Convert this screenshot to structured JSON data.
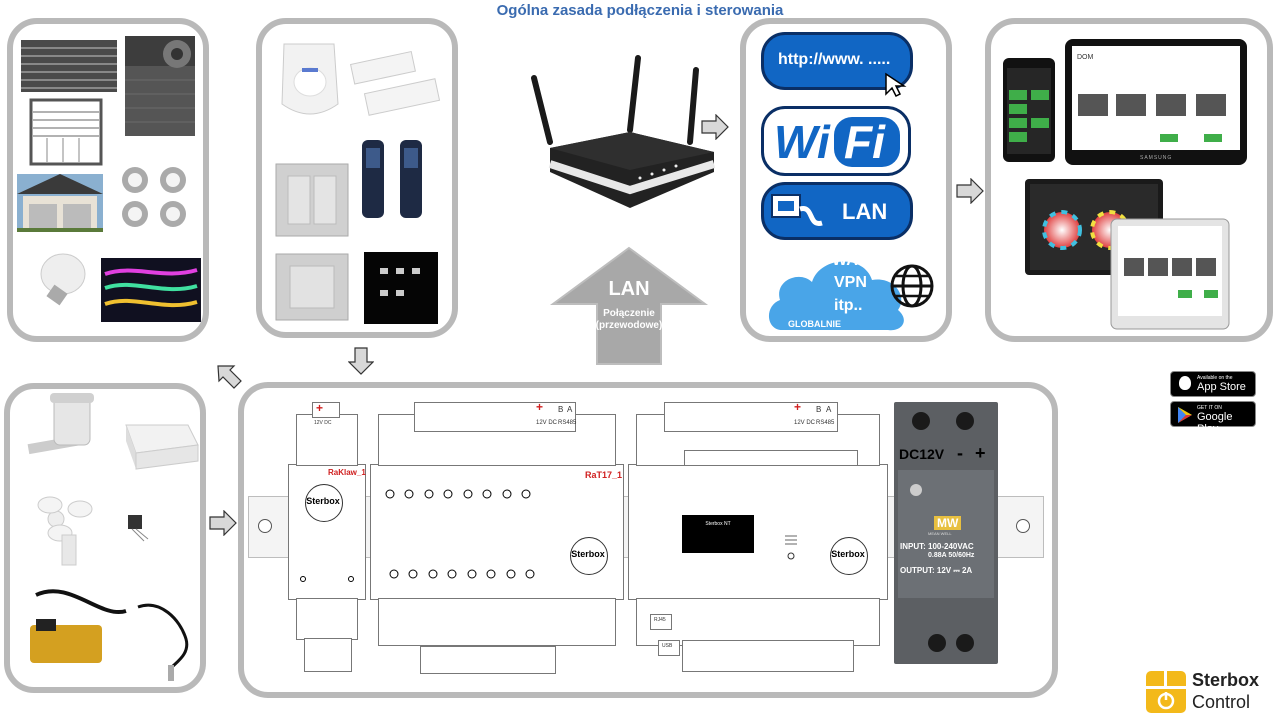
{
  "title": "Ogólna zasada podłączenia i sterowania",
  "lan_arrow": {
    "label": "LAN",
    "sub1": "Połączenie",
    "sub2": "(przewodowe)"
  },
  "internet": {
    "url": "http://www. .....",
    "wifi_left": "Wi",
    "wifi_right": "Fi",
    "lan": "LAN",
    "cloud_lines": [
      "WAN",
      "VPN",
      "itp.."
    ],
    "cloud_footer": "GLOBALNIE"
  },
  "modules": {
    "raklaw_name": "RaKlaw_1",
    "rat17_name": "RaT17_1",
    "brand": "Sterbox",
    "nt_label": "Sterbox NT",
    "rj45": "RJ45",
    "usb": "USB",
    "rat17_pins": [
      "B",
      "A"
    ],
    "nt_pins": [
      "B",
      "A"
    ],
    "v12_label": "12V DC",
    "rs485": "RS485",
    "raklaw_v12": "12V DC"
  },
  "psu": {
    "dc": "DC12V",
    "minus": "-",
    "plus": "+",
    "input_text": "INPUT: 100-240VAC",
    "input_text2": "0.88A  50/60Hz",
    "output_text": "OUTPUT: 12V ⎓ 2A",
    "brand": "MW",
    "brand_sub": "MEAN WELL"
  },
  "stores": {
    "apple_small": "Available on the",
    "apple_big": "App Store",
    "google_small": "GET IT ON",
    "google_big": "Google Play"
  },
  "logo": {
    "line1": "Sterbox",
    "line2": "Control"
  },
  "devices": {
    "tablet_title": "DOM",
    "display_brand": "SAMSUNG"
  }
}
